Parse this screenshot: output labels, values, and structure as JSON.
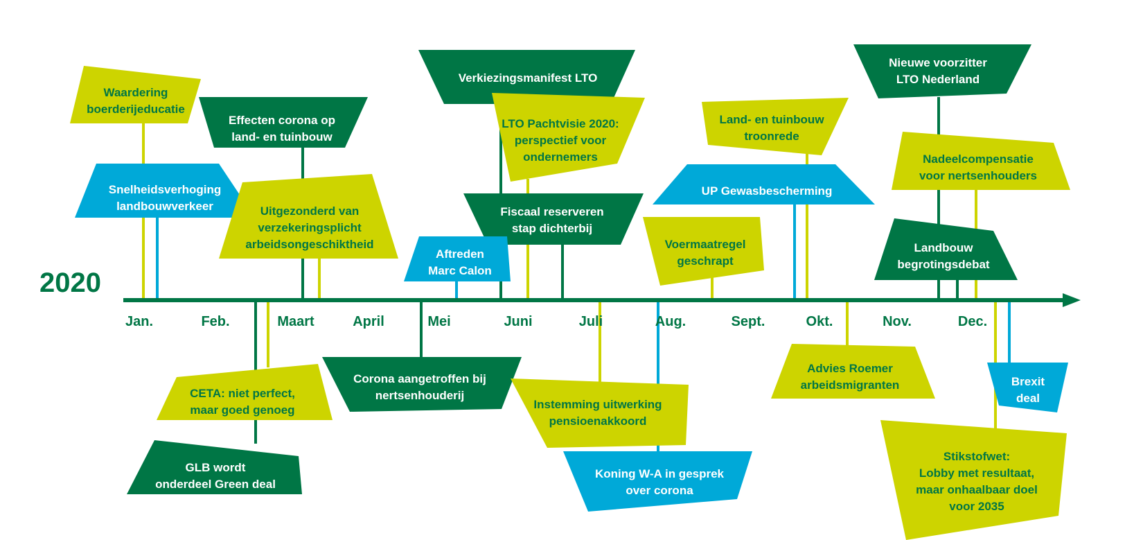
{
  "year": "2020",
  "colors": {
    "green": "#007645",
    "yellow": "#cdd400",
    "blue": "#00a9d8",
    "white": "#ffffff"
  },
  "months": [
    "Jan.",
    "Feb.",
    "Maart",
    "April",
    "Mei",
    "Juni",
    "Juli",
    "Aug.",
    "Sept.",
    "Okt.",
    "Nov.",
    "Dec."
  ],
  "events": [
    {
      "id": "waardering",
      "lines": [
        "Waardering",
        "boerderijeducatie"
      ],
      "color": "yellow"
    },
    {
      "id": "effecten-corona",
      "lines": [
        "Effecten corona op",
        "land- en tuinbouw"
      ],
      "color": "green"
    },
    {
      "id": "snelheidsverhoging",
      "lines": [
        "Snelheidsverhoging",
        "landbouwverkeer"
      ],
      "color": "blue"
    },
    {
      "id": "uitgezonderd",
      "lines": [
        "Uitgezonderd van",
        "verzekeringsplicht",
        "arbeidsongeschiktheid"
      ],
      "color": "yellow"
    },
    {
      "id": "verkiezingsmanifest",
      "lines": [
        "Verkiezingsmanifest LTO"
      ],
      "color": "green"
    },
    {
      "id": "pachtvisie",
      "lines": [
        "LTO Pachtvisie 2020:",
        "perspectief voor",
        "ondernemers"
      ],
      "color": "yellow"
    },
    {
      "id": "fiscaal",
      "lines": [
        "Fiscaal reserveren",
        "stap dichterbij"
      ],
      "color": "green"
    },
    {
      "id": "aftreden",
      "lines": [
        "Aftreden",
        "Marc Calon"
      ],
      "color": "blue"
    },
    {
      "id": "voermaatregel",
      "lines": [
        "Voermaatregel",
        "geschrapt"
      ],
      "color": "yellow"
    },
    {
      "id": "troonrede",
      "lines": [
        "Land- en tuinbouw",
        "troonrede"
      ],
      "color": "yellow"
    },
    {
      "id": "up-gewas",
      "lines": [
        "UP Gewasbescherming"
      ],
      "color": "blue"
    },
    {
      "id": "voorzitter",
      "lines": [
        "Nieuwe voorzitter",
        "LTO Nederland"
      ],
      "color": "green"
    },
    {
      "id": "nadeelcompensatie",
      "lines": [
        "Nadeelcompensatie",
        "voor nertsenhouders"
      ],
      "color": "yellow"
    },
    {
      "id": "begrotingsdebat",
      "lines": [
        "Landbouw",
        "begrotingsdebat"
      ],
      "color": "green"
    },
    {
      "id": "ceta",
      "lines": [
        "CETA: niet perfect,",
        "maar goed genoeg"
      ],
      "color": "yellow"
    },
    {
      "id": "glb",
      "lines": [
        "GLB wordt",
        "onderdeel Green deal"
      ],
      "color": "green"
    },
    {
      "id": "corona-nerts",
      "lines": [
        "Corona aangetroffen bij",
        "nertsenhouderij"
      ],
      "color": "green"
    },
    {
      "id": "pensioen",
      "lines": [
        "Instemming uitwerking",
        "pensioenakkoord"
      ],
      "color": "yellow"
    },
    {
      "id": "koning",
      "lines": [
        "Koning W-A in gesprek",
        "over corona"
      ],
      "color": "blue"
    },
    {
      "id": "roemer",
      "lines": [
        "Advies Roemer",
        "arbeidsmigranten"
      ],
      "color": "yellow"
    },
    {
      "id": "brexit",
      "lines": [
        "Brexit",
        "deal"
      ],
      "color": "blue"
    },
    {
      "id": "stikstof",
      "lines": [
        "Stikstofwet:",
        "Lobby met resultaat,",
        "maar onhaalbaar doel",
        "voor 2035"
      ],
      "color": "yellow"
    }
  ]
}
